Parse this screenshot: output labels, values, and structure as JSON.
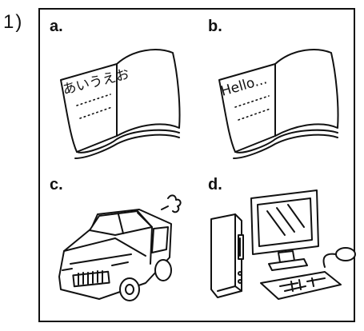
{
  "question": {
    "number": "1)"
  },
  "options": [
    {
      "label": "a.",
      "icon": "japanese-textbook-icon",
      "handwriting": "あいうえお"
    },
    {
      "label": "b.",
      "icon": "english-textbook-icon",
      "handwriting": "Hello..."
    },
    {
      "label": "c.",
      "icon": "car-icon"
    },
    {
      "label": "d.",
      "icon": "desktop-computer-icon"
    }
  ]
}
